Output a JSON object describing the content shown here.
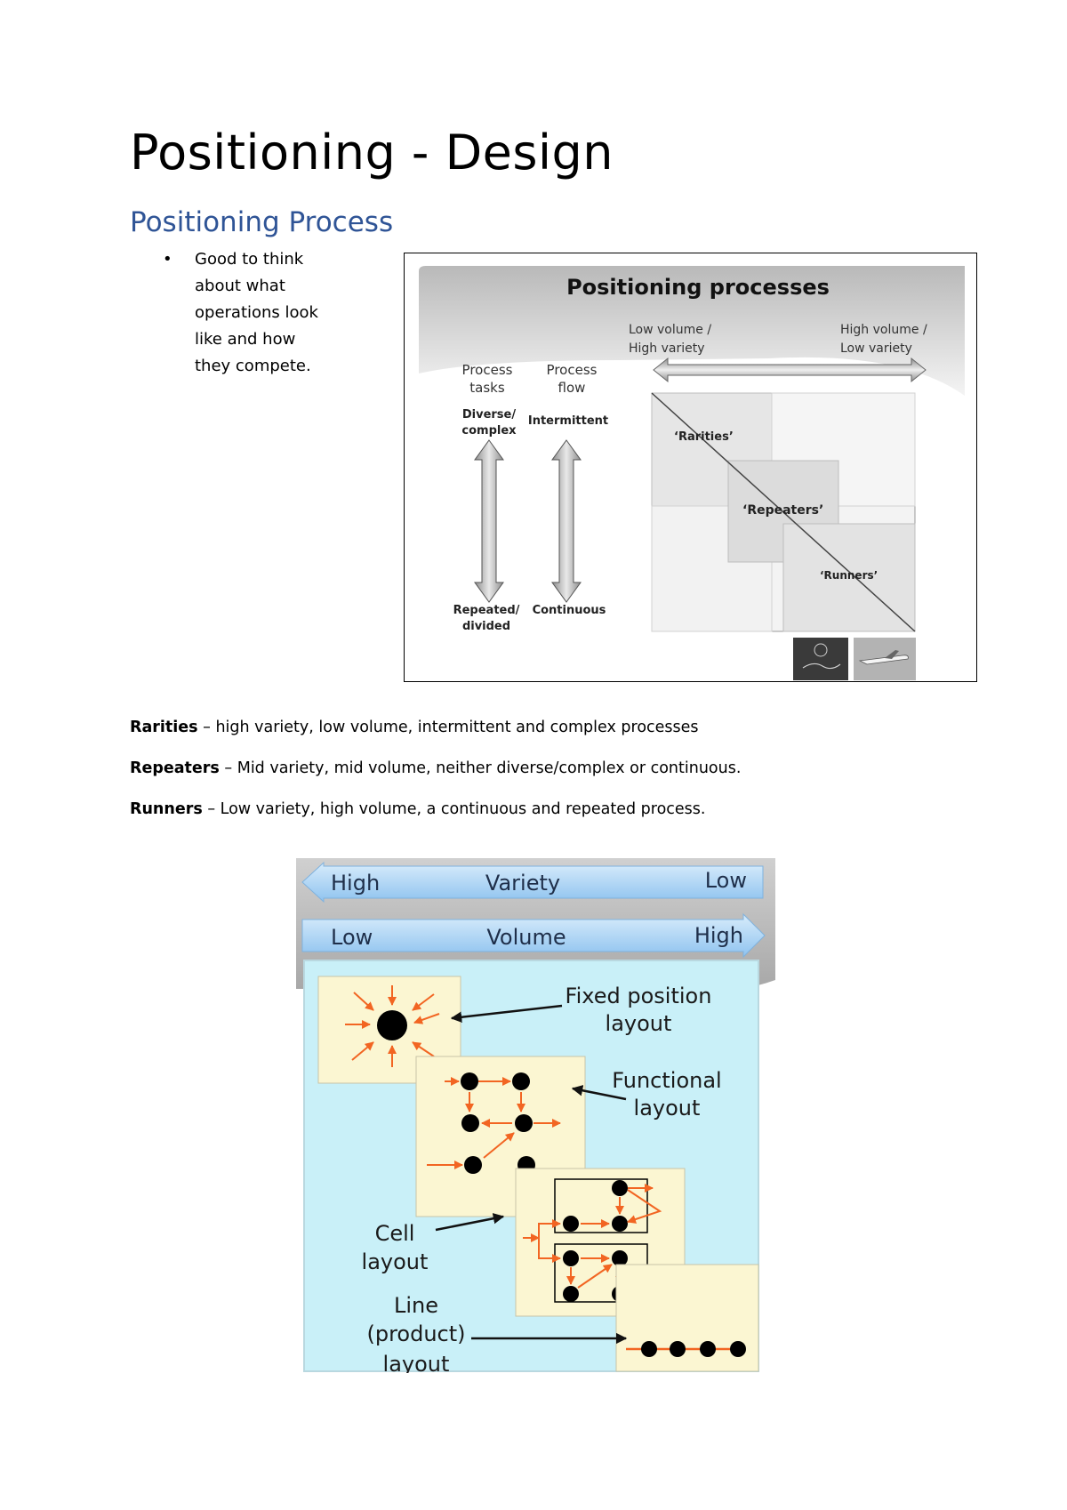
{
  "page": {
    "title": "Positioning - Design",
    "section_title": "Positioning Process",
    "bullets": [
      "Good to think about what operations look like and how they compete."
    ]
  },
  "figure1": {
    "title": "Positioning processes",
    "low_volume": [
      "Low volume /",
      "High variety"
    ],
    "high_volume": [
      "High volume /",
      "Low variety"
    ],
    "process_tasks": [
      "Process",
      "tasks"
    ],
    "process_flow": [
      "Process",
      "flow"
    ],
    "diverse": [
      "Diverse/",
      "complex"
    ],
    "intermittent": "Intermittent",
    "repeated": [
      "Repeated/",
      "divided"
    ],
    "continuous": "Continuous",
    "rarities": "‘Rarities’",
    "repeaters": "‘Repeaters’",
    "runners": "‘Runners’",
    "colors": {
      "header_gray": "#c8c8c8",
      "arrow_gray": "#a0a0a0",
      "box_gray": "#e4e4e4"
    }
  },
  "definitions": [
    {
      "term": "Rarities",
      "text": " – high variety, low volume, intermittent and complex processes"
    },
    {
      "term": "Repeaters",
      "text": " – Mid variety, mid volume, neither diverse/complex or continuous."
    },
    {
      "term": "Runners",
      "text": " – Low variety, high volume, a continuous and repeated process."
    }
  ],
  "figure2": {
    "variety": {
      "left": "High",
      "center": "Variety",
      "right": "Low"
    },
    "volume": {
      "left": "Low",
      "center": "Volume",
      "right": "High"
    },
    "fixed_position": [
      "Fixed position",
      "layout"
    ],
    "functional": [
      "Functional",
      "layout"
    ],
    "cell": [
      "Cell",
      "layout"
    ],
    "line": [
      "Line",
      "(product)",
      "layout"
    ],
    "colors": {
      "cyan_bg": "#c9f0f8",
      "box_fill": "#fbf6d2",
      "orange": "#f26522",
      "band_blue": "#a9d3f5"
    }
  }
}
